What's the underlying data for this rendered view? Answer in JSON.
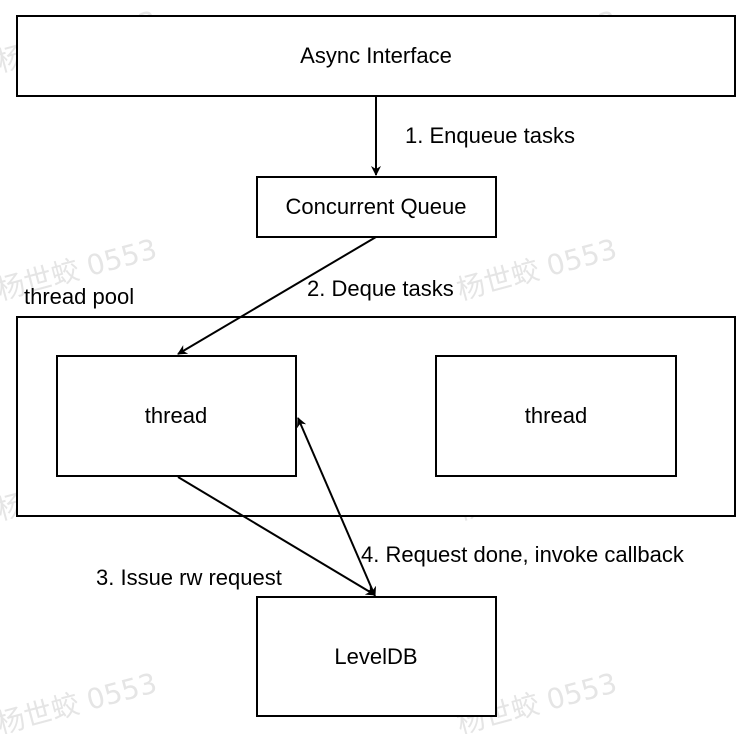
{
  "diagram": {
    "nodes": {
      "async_interface": "Async Interface",
      "concurrent_queue": "Concurrent Queue",
      "thread_pool": "thread pool",
      "thread_1": "thread",
      "thread_2": "thread",
      "leveldb": "LevelDB"
    },
    "edges": {
      "enqueue": "1. Enqueue tasks",
      "deque": "2. Deque tasks",
      "issue": "3. Issue rw request",
      "done": "4. Request done, invoke callback"
    }
  },
  "watermark": "杨世蛟 0553",
  "colors": {
    "stroke": "#000000",
    "background": "#ffffff",
    "watermark": "#d0d0d0"
  }
}
